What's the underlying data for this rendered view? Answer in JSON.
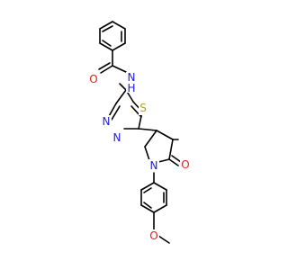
{
  "molecule": {
    "atom_labels": {
      "benzamide_oxygen": "O",
      "amide_nitrogen": "N",
      "amide_hydrogen": "H",
      "thiadiazole_sulfur": "S",
      "thiadiazole_nitrogen_1": "N",
      "thiadiazole_nitrogen_2": "N",
      "pyrrolidine_nitrogen": "N",
      "lactam_oxygen": "O",
      "methoxy_oxygen": "O"
    },
    "colors": {
      "carbon_bond": "#000000",
      "oxygen": "#e0201b",
      "nitrogen": "#2020d8",
      "sulfur": "#b8a600",
      "background": "#ffffff"
    }
  }
}
